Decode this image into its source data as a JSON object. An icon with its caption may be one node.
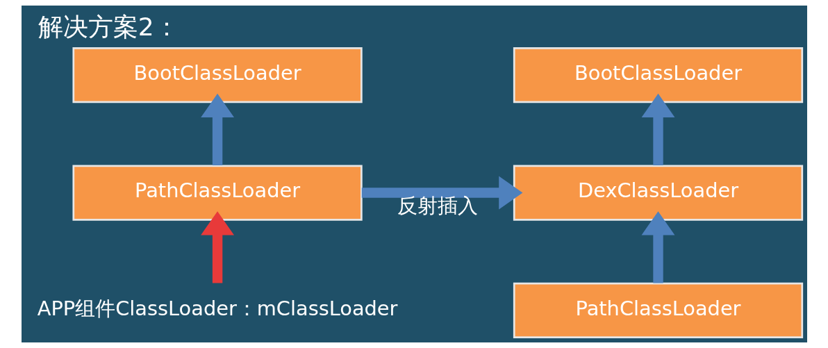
{
  "diagram": {
    "title": "解决方案2：",
    "nodes": [
      {
        "text": [
          "BootClassLoader"
        ]
      },
      {
        "text": [
          "PathClassLoader"
        ]
      },
      {
        "text": [
          "APP组件ClassLoader：mClassLoader"
        ]
      },
      {
        "text": [
          "BootClassLoader"
        ]
      },
      {
        "text": [
          "DexClassLoader"
        ]
      },
      {
        "text": [
          "PathClassLoader"
        ]
      }
    ],
    "edges": [
      {
        "from": 1,
        "to": 0,
        "arrow": "to"
      },
      {
        "from": 2,
        "to": 1,
        "arrow": "to",
        "color": "#e83a3a"
      },
      {
        "from": 1,
        "to": 4,
        "arrow": "to",
        "label": "反射插入"
      },
      {
        "from": 4,
        "to": 3,
        "arrow": "to"
      },
      {
        "from": 5,
        "to": 4,
        "arrow": "to"
      }
    ]
  }
}
